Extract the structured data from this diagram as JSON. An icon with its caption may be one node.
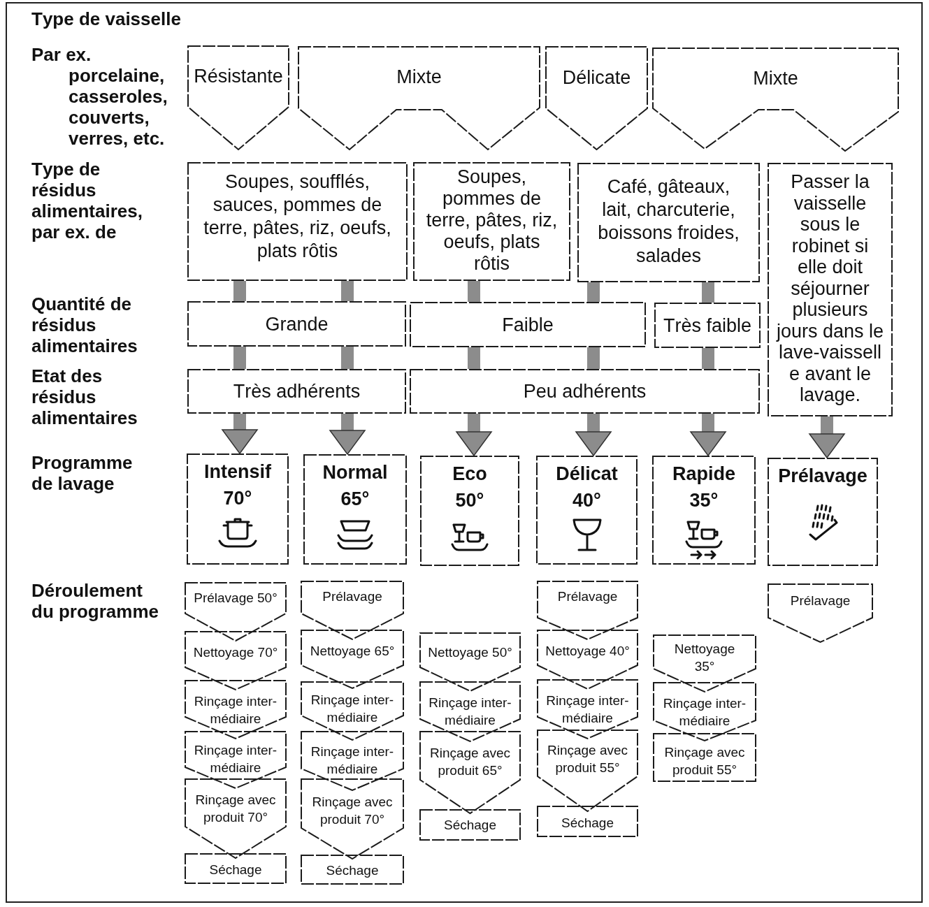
{
  "diagram": {
    "nodes": [
      {
        "text": [
          "Résistante"
        ]
      },
      {
        "text": [
          "Mixte"
        ]
      },
      {
        "text": [
          "Délicate"
        ]
      },
      {
        "text": [
          "Mixte"
        ]
      },
      {
        "text": [
          "Soupes, soufflés, sauces, pommes de terre, pâtes, riz, oeufs, plats rôtis"
        ]
      },
      {
        "text": [
          "Soupes, pommes de terre, pâtes, riz, oeufs, plats rôtis"
        ]
      },
      {
        "text": [
          "Café, gâteaux, lait, charcuterie, boissons froides, salades"
        ]
      },
      {
        "text": [
          "Passer la vaisselle sous le robinet si elle doit séjourner plusieurs jours dans le lave-vaissell e avant le lavage."
        ]
      },
      {
        "text": [
          "Grande"
        ]
      },
      {
        "text": [
          "Faible"
        ]
      },
      {
        "text": [
          "Très faible"
        ]
      },
      {
        "text": [
          "Très adhérents"
        ]
      },
      {
        "text": [
          "Peu adhérents"
        ]
      },
      {
        "text": [
          "Intensif",
          "70°"
        ]
      },
      {
        "text": [
          "Normal",
          "65°"
        ]
      },
      {
        "text": [
          "Eco",
          "50°"
        ]
      },
      {
        "text": [
          "Délicat",
          "40°"
        ]
      },
      {
        "text": [
          "Rapide",
          "35°"
        ]
      },
      {
        "text": [
          "Prélavage"
        ]
      },
      {
        "text": [
          "Prélavage 50°"
        ]
      },
      {
        "text": [
          "Nettoyage 70°"
        ]
      },
      {
        "text": [
          "Rinçage inter- médiaire"
        ]
      },
      {
        "text": [
          "Rinçage inter- médiaire"
        ]
      },
      {
        "text": [
          "Rinçage avec produit 70°"
        ]
      },
      {
        "text": [
          "Séchage"
        ]
      },
      {
        "text": [
          "Prélavage"
        ]
      },
      {
        "text": [
          "Nettoyage 65°"
        ]
      },
      {
        "text": [
          "Rinçage inter- médiaire"
        ]
      },
      {
        "text": [
          "Rinçage inter- médiaire"
        ]
      },
      {
        "text": [
          "Rinçage avec produit 70°"
        ]
      },
      {
        "text": [
          "Séchage"
        ]
      },
      {
        "text": [
          "Nettoyage 50°"
        ]
      },
      {
        "text": [
          "Rinçage inter- médiaire"
        ]
      },
      {
        "text": [
          "Rinçage avec produit 65°"
        ]
      },
      {
        "text": [
          "Séchage"
        ]
      },
      {
        "text": [
          "Prélavage"
        ]
      },
      {
        "text": [
          "Nettoyage 40°"
        ]
      },
      {
        "text": [
          "Rinçage inter- médiaire"
        ]
      },
      {
        "text": [
          "Rinçage avec produit 55°"
        ]
      },
      {
        "text": [
          "Séchage"
        ]
      },
      {
        "text": [
          "Nettoyage 35°"
        ]
      },
      {
        "text": [
          "Rinçage inter- médiaire"
        ]
      },
      {
        "text": [
          "Rinçage avec produit 55°"
        ]
      },
      {
        "text": [
          "Prélavage"
        ]
      }
    ],
    "edges": [
      {
        "from": 4,
        "to": 8,
        "arrow": "none"
      },
      {
        "from": 4,
        "to": 8,
        "arrow": "none"
      },
      {
        "from": 5,
        "to": 9,
        "arrow": "none"
      },
      {
        "from": 6,
        "to": 9,
        "arrow": "none"
      },
      {
        "from": 6,
        "to": 10,
        "arrow": "none"
      },
      {
        "from": 8,
        "to": 11,
        "arrow": "none"
      },
      {
        "from": 8,
        "to": 11,
        "arrow": "none"
      },
      {
        "from": 9,
        "to": 12,
        "arrow": "none"
      },
      {
        "from": 9,
        "to": 12,
        "arrow": "none"
      },
      {
        "from": 10,
        "to": 12,
        "arrow": "none"
      },
      {
        "from": 11,
        "to": 13,
        "arrow": "to"
      },
      {
        "from": 11,
        "to": 14,
        "arrow": "to"
      },
      {
        "from": 12,
        "to": 15,
        "arrow": "to"
      },
      {
        "from": 12,
        "to": 16,
        "arrow": "to"
      },
      {
        "from": 12,
        "to": 17,
        "arrow": "to"
      },
      {
        "from": 7,
        "to": 18,
        "arrow": "to"
      }
    ],
    "labels": [
      "Type de vaisselle",
      "Par ex. porcelaine, casseroles, couverts, verres, etc.",
      "Type de résidus alimentaires, par ex. de",
      "Quantité de résidus alimentaires",
      "Etat des résidus alimentaires",
      "Programme de lavage",
      "Déroulement du programme"
    ]
  }
}
